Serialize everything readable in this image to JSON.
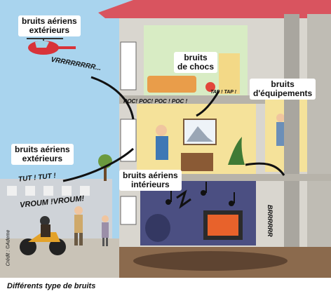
{
  "labels": {
    "exterior_top": [
      "bruits aériens",
      "extérieurs"
    ],
    "chocs": [
      "bruits",
      "de chocs"
    ],
    "equipements": [
      "bruits",
      "d'équipements"
    ],
    "exterior_left": [
      "bruits aériens",
      "extérieurs"
    ],
    "interior": [
      "bruits aériens",
      "intérieurs"
    ]
  },
  "sounds": {
    "helicopter": "VRRRRRRRR...",
    "poc": "POC! POC! POC ! POC !",
    "tap": "TAP ! TAP !",
    "tut": "TUT ! TUT !",
    "vroum": "VROUM !VROUM!",
    "brrr": "BRRRRRR"
  },
  "caption": "Différents type de bruits",
  "credit": "Crédit : ©Ademe",
  "colors": {
    "sky": "#a9d4ee",
    "roof": "#d9545f",
    "wall": "#d9d6cf",
    "yellow_room": "#f5e29a",
    "green_room": "#d8ecc4",
    "dark_room": "#4b4f82",
    "ground": "#8b6a4d"
  }
}
